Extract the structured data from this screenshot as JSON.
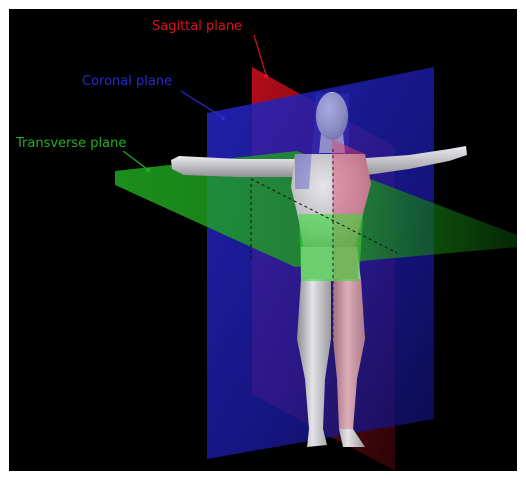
{
  "labels": {
    "sagittal": "Sagittal plane",
    "coronal": "Coronal plane",
    "transverse": "Transverse plane"
  },
  "colors": {
    "background": "#000000",
    "sagittal": "#e01020",
    "coronal": "#1a1aa8",
    "transverse": "#1fb01f",
    "body": "#c8c8cc"
  }
}
